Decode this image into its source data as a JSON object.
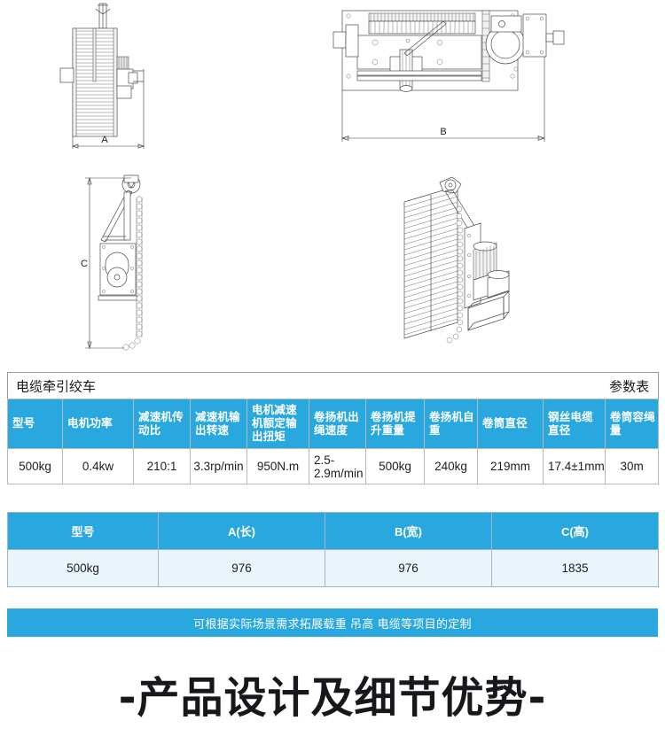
{
  "drawings": {
    "views": [
      {
        "name": "top-view",
        "dimension_label": "A"
      },
      {
        "name": "plan-view",
        "dimension_label": "B"
      },
      {
        "name": "side-view",
        "dimension_label": "C"
      },
      {
        "name": "isometric-view",
        "dimension_label": ""
      }
    ]
  },
  "spec_table": {
    "title": "电缆牵引绞车",
    "title_right": "参数表",
    "headers": [
      "型号",
      "电机功率",
      "减速机传动比",
      "减速机输出转速",
      "电机减速机额定输出扭矩",
      "卷扬机出绳速度",
      "卷扬机提升重量",
      "卷扬机自重",
      "卷筒直径",
      "钢丝电缆直径",
      "卷筒容绳量"
    ],
    "rows": [
      [
        "500kg",
        "0.4kw",
        "210:1",
        "3.3rp/min",
        "950N.m",
        "2.5-2.9m/min",
        "500kg",
        "240kg",
        "219mm",
        "17.4±1mm",
        "30m"
      ]
    ]
  },
  "dimension_table": {
    "headers": [
      "型号",
      "A(长)",
      "B(宽)",
      "C(高)"
    ],
    "rows": [
      [
        "500kg",
        "976",
        "976",
        "1835"
      ]
    ]
  },
  "note_bar": {
    "text": "可根据实际场景需求拓展载重 吊高 电缆等项目的定制"
  },
  "headline": {
    "text": "-产品设计及细节优势-"
  },
  "colors": {
    "accent_blue": "#29a8df",
    "light_blue_row": "#e9f4fb",
    "table_border": "#9a9a9a",
    "headline_color": "#18181c"
  }
}
